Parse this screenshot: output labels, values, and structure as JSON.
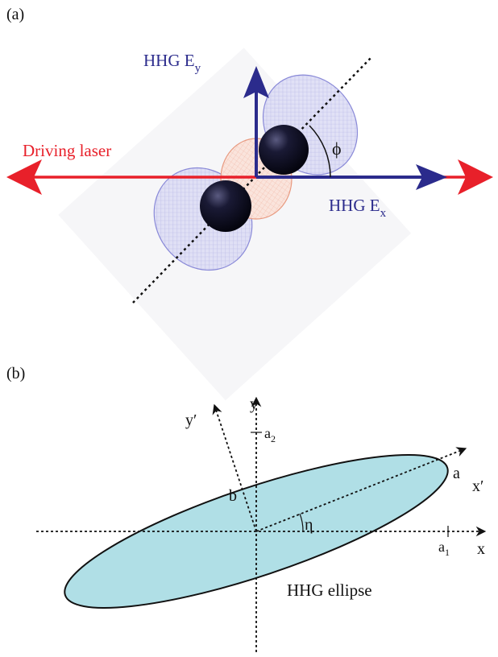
{
  "panel_a": {
    "panel_label": "(a)",
    "driving_laser_label": "Driving laser",
    "hhg_ey_main": "HHG E",
    "hhg_ey_sub": "y",
    "hhg_ex_main": "HHG E",
    "hhg_ex_sub": "x",
    "phi_label": "ϕ",
    "colors": {
      "laser": "#e8202a",
      "hhg": "#2b2b8c",
      "orbital_lobe": "#8a8ad8",
      "orbital_core": "#e89a80",
      "atom": "#0b0b20"
    }
  },
  "panel_b": {
    "panel_label": "(b)",
    "axis_x": "x",
    "axis_y": "y",
    "axis_x_prime": "x′",
    "axis_y_prime": "y′",
    "label_a": "a",
    "label_b": "b",
    "label_a1_main": "a",
    "label_a1_sub": "1",
    "label_a2_main": "a",
    "label_a2_sub": "2",
    "label_eta": "η",
    "ellipse_label": "HHG ellipse",
    "colors": {
      "ellipse_fill": "#b0dfe6",
      "ellipse_stroke": "#111111"
    }
  }
}
